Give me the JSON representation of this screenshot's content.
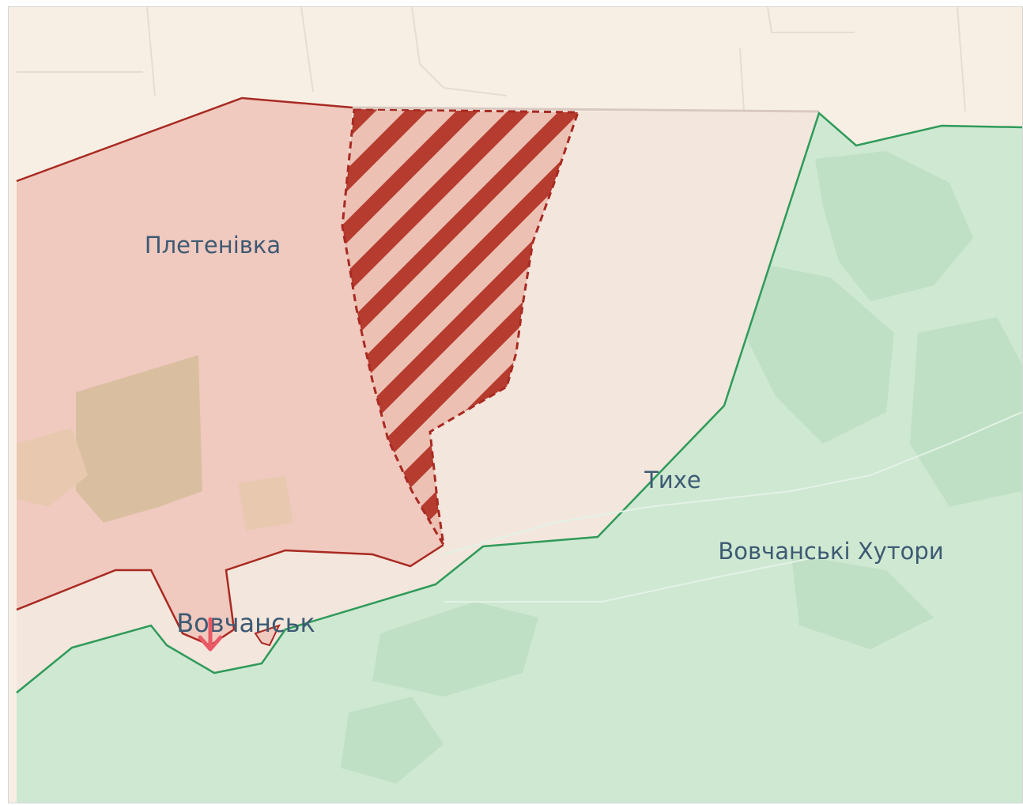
{
  "colors": {
    "background": "#f7efe4",
    "occupied_fill": "#f0c9bf",
    "occupied_border": "#a82a22",
    "contested_fill": "#ecc1b4",
    "contested_stripe": "#b63c2f",
    "gray_zone_fill": "#f3e6dc",
    "controlled_fill": "#cfe8d2",
    "controlled_border": "#2f9a5a",
    "road": "#e6ddcf",
    "label": "#3d5a73",
    "arrow": "#e85a66"
  },
  "places": [
    {
      "name": "Плетенівка"
    },
    {
      "name": "Тихе"
    },
    {
      "name": "Вовчанські Хутори"
    },
    {
      "name": "Вовчанськ"
    }
  ],
  "icons": {
    "attack_arrow": "arrow-down-icon"
  }
}
